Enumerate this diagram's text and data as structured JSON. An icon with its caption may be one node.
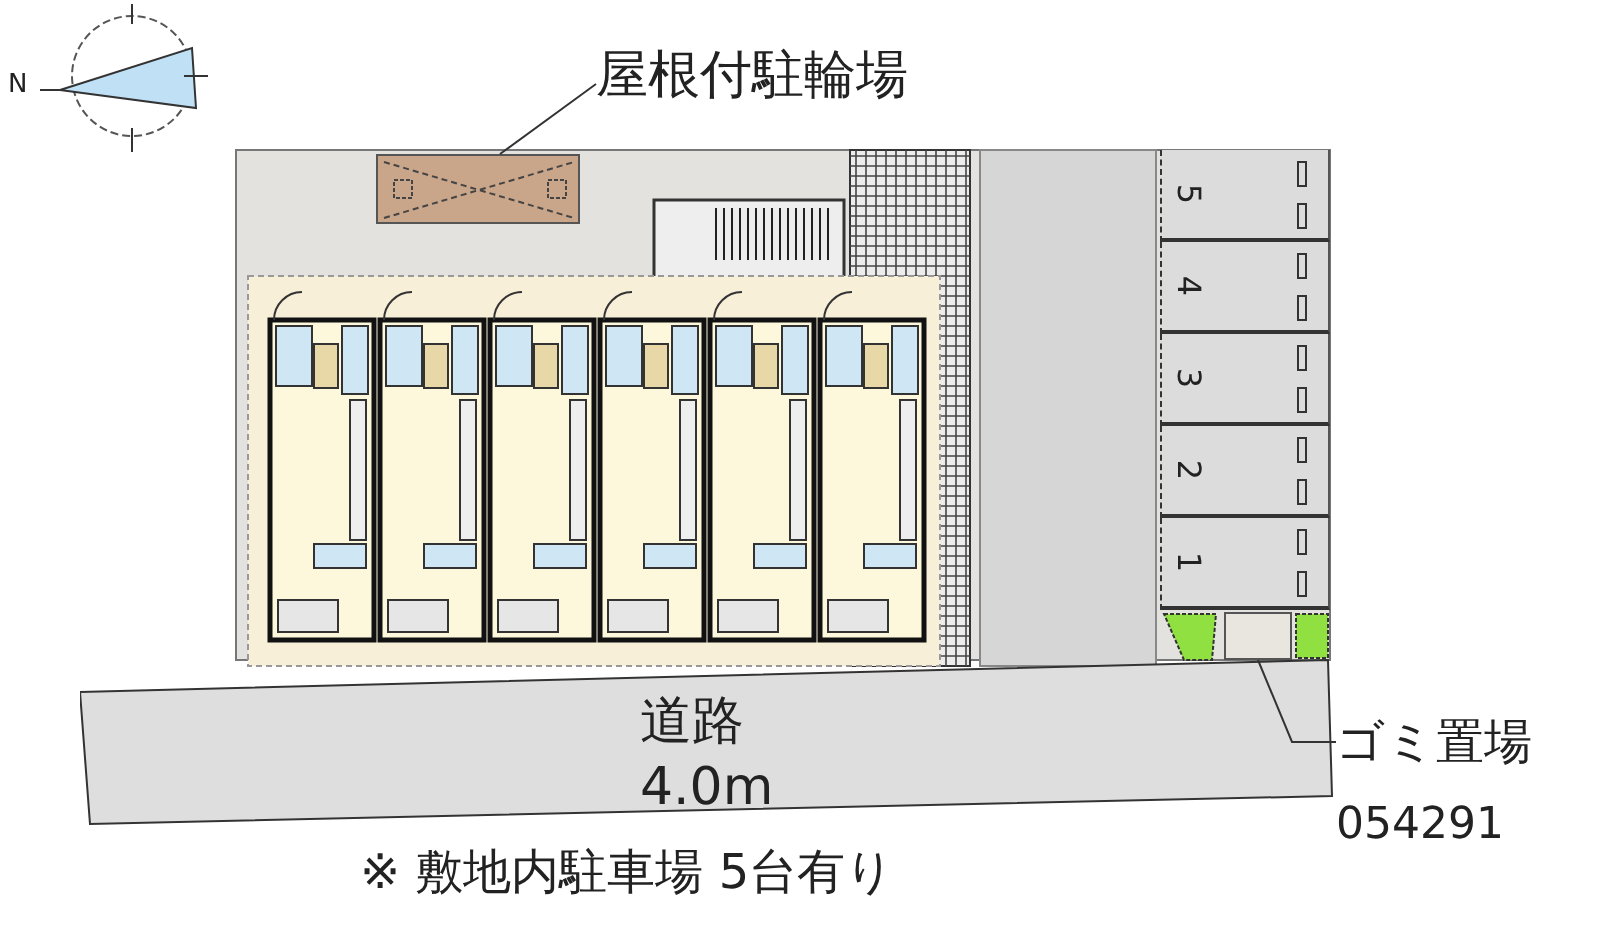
{
  "diagram": {
    "nodes": [
      {
        "text": [
          "屋根付駐輪場"
        ]
      },
      {
        "text": [],
        "shape": "box"
      },
      {
        "text": [
          "道路",
          "4.0m"
        ]
      },
      {
        "text": [
          "5"
        ]
      },
      {
        "text": [
          "4"
        ]
      },
      {
        "text": [
          "3"
        ]
      },
      {
        "text": [
          "2"
        ]
      },
      {
        "text": [
          "1"
        ]
      },
      {
        "text": [
          "ゴミ置場"
        ]
      },
      {
        "text": [],
        "shape": "box"
      }
    ],
    "edges": [
      {
        "from": 0,
        "to": 1,
        "arrow": "none"
      },
      {
        "from": 8,
        "to": 9,
        "arrow": "none"
      }
    ],
    "labels": [
      "N",
      "※ 敷地内駐車場 5台有り",
      "054291"
    ]
  }
}
